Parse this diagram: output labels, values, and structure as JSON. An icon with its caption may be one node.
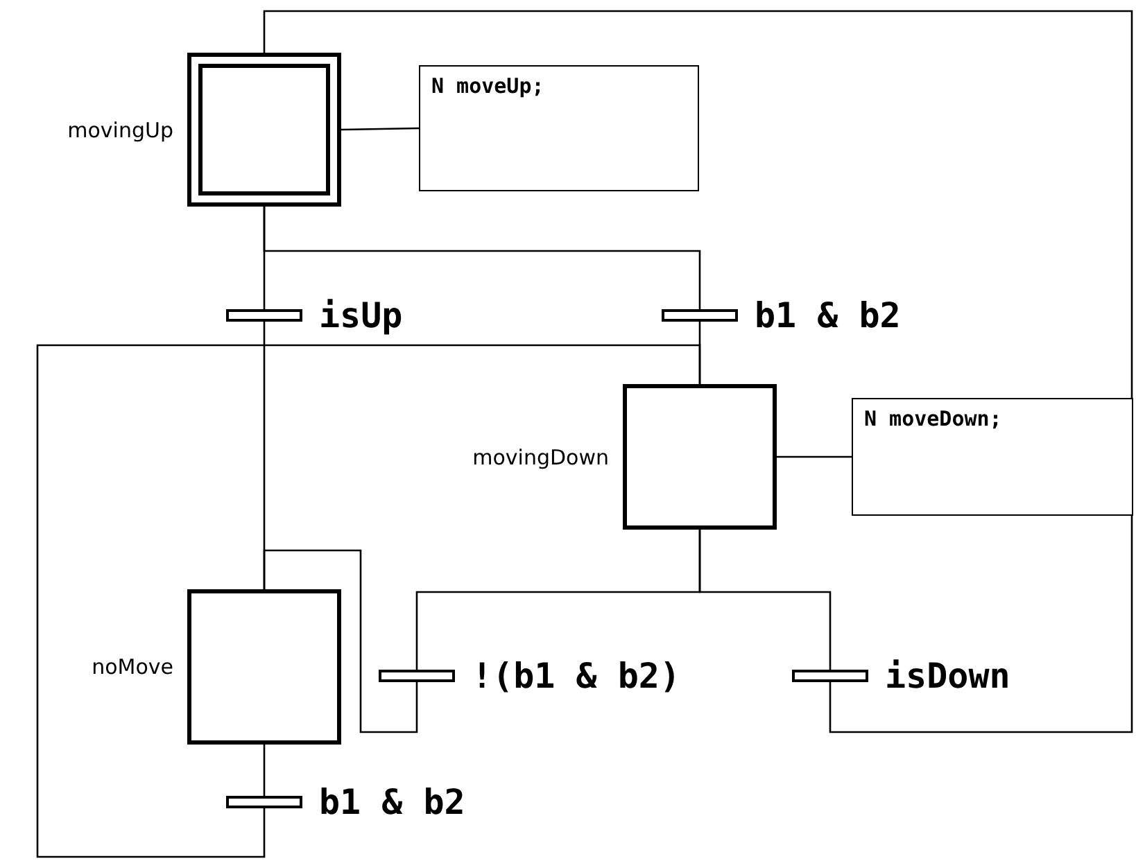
{
  "diagram": {
    "nodes": [
      {
        "text": [],
        "shape": "double-box",
        "beside": [
          "movingUp"
        ]
      },
      {
        "text": [
          "N moveUp;"
        ]
      },
      {
        "text": [],
        "shape": "bar",
        "beside": [
          "isUp"
        ]
      },
      {
        "text": [],
        "shape": "bar",
        "beside": [
          "b1 & b2"
        ]
      },
      {
        "text": [],
        "shape": "box",
        "beside": [
          "movingDown"
        ]
      },
      {
        "text": [
          "N moveDown;"
        ]
      },
      {
        "text": [],
        "shape": "box",
        "beside": [
          "noMove"
        ]
      },
      {
        "text": [],
        "shape": "bar",
        "beside": [
          "!(b1 & b2)"
        ]
      },
      {
        "text": [],
        "shape": "bar",
        "beside": [
          "isDown"
        ]
      },
      {
        "text": [],
        "shape": "bar",
        "beside": [
          "b1 & b2"
        ]
      }
    ],
    "edges": [
      {
        "from": 0,
        "to": 1,
        "arrow": "none"
      },
      {
        "from": 0,
        "to": 2,
        "arrow": "none"
      },
      {
        "from": 0,
        "to": 3,
        "arrow": "none"
      },
      {
        "from": 2,
        "to": 6,
        "arrow": "none"
      },
      {
        "from": 3,
        "to": 4,
        "arrow": "none"
      },
      {
        "from": 4,
        "to": 5,
        "arrow": "none"
      },
      {
        "from": 4,
        "to": 7,
        "arrow": "none"
      },
      {
        "from": 4,
        "to": 8,
        "arrow": "none"
      },
      {
        "from": 7,
        "to": 6,
        "arrow": "none"
      },
      {
        "from": 8,
        "to": 0,
        "arrow": "none"
      },
      {
        "from": 6,
        "to": 9,
        "arrow": "none"
      },
      {
        "from": 9,
        "to": 4,
        "arrow": "none"
      }
    ]
  }
}
